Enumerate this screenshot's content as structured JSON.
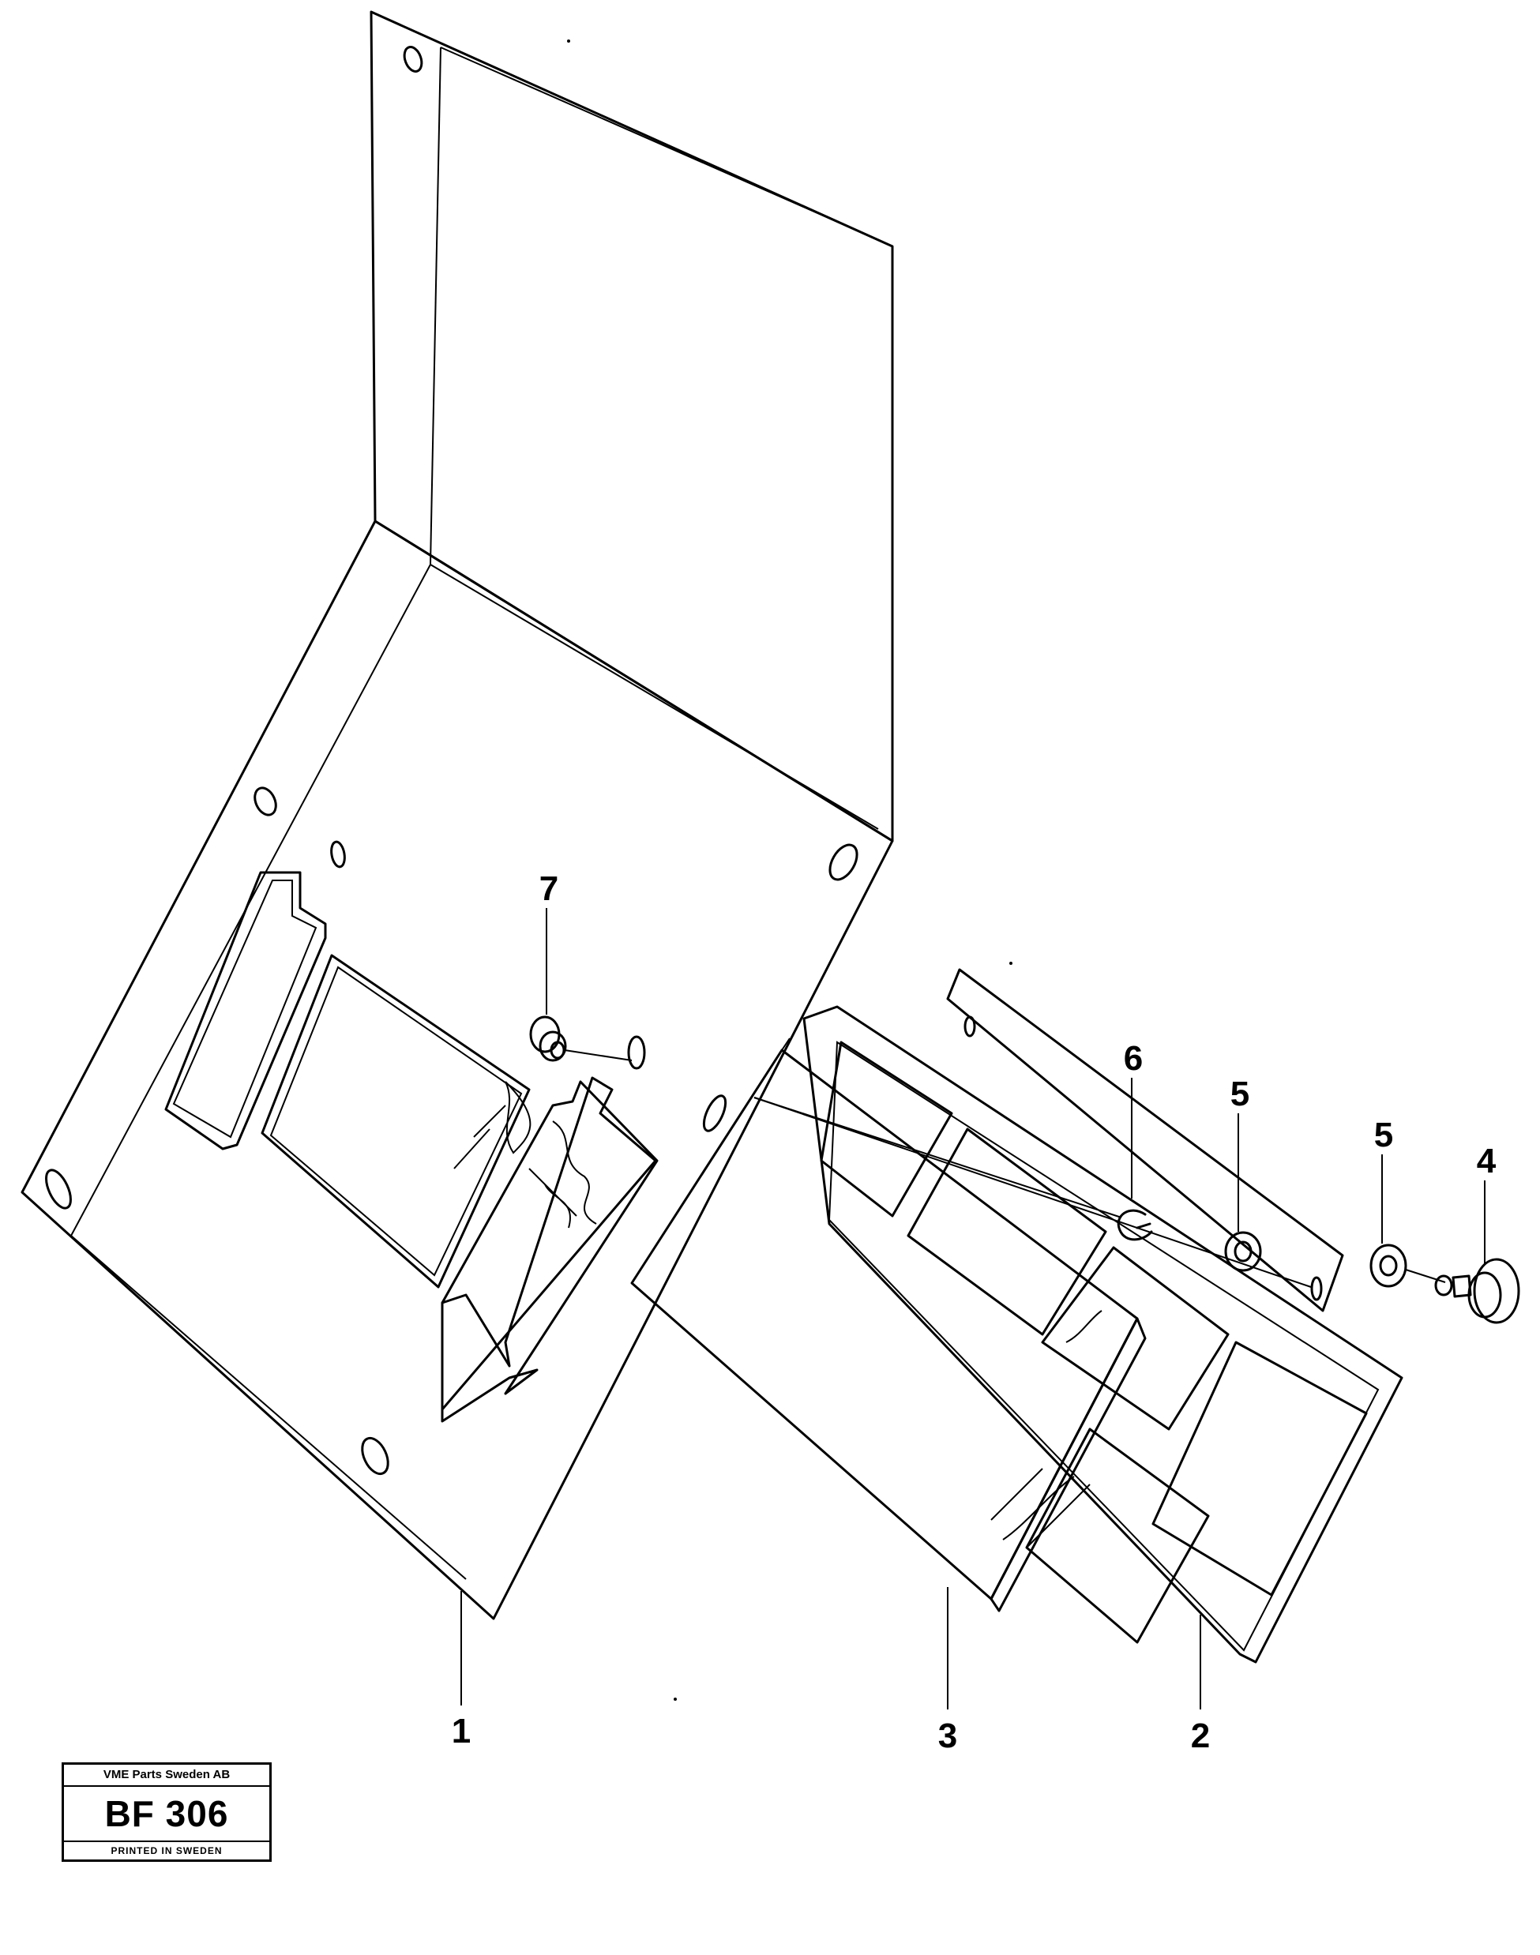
{
  "callouts": {
    "c1": "1",
    "c2": "2",
    "c3": "3",
    "c4": "4",
    "c5a": "5",
    "c5b": "5",
    "c6": "6",
    "c7": "7"
  },
  "title_block": {
    "company": "VME Parts Sweden AB",
    "code": "BF 306",
    "printed": "PRINTED IN SWEDEN"
  }
}
